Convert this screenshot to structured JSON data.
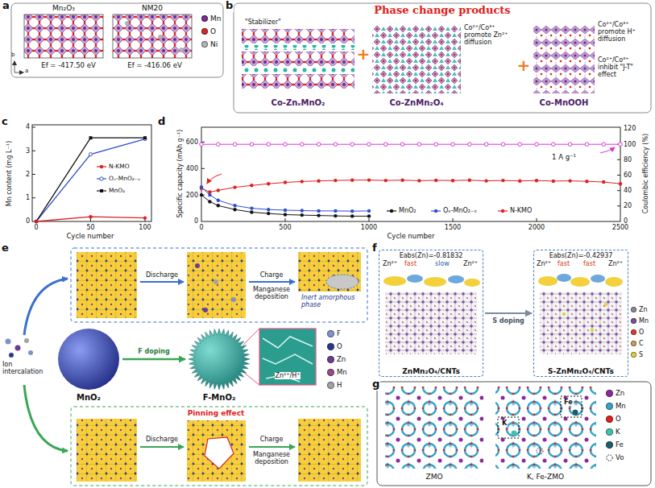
{
  "diagram": {
    "nodes": [
      {
        "text": [
          "MnO₂"
        ]
      },
      {
        "text": [
          "F-MnO₂"
        ]
      },
      {
        "text": [
          "Eabs(Zn)=-0.81832",
          "ZnMn₂O₄/CNTs"
        ]
      },
      {
        "text": [
          "Eabs(Zn)=-0.42937",
          "S-ZnMn₂O₄/CNTs"
        ]
      }
    ],
    "edges": [
      {
        "from": 0,
        "to": 1,
        "label": "F doping",
        "arrow": "to"
      },
      {
        "from": 2,
        "to": 3,
        "label": "S doping",
        "arrow": "to"
      }
    ],
    "labels": [
      "a",
      "Mn₂O₃",
      "NM20",
      "Ef = -417.50 eV",
      "Ef = -416.06 eV",
      "b",
      "a",
      "b",
      "Phase change products",
      "\"Stabilizer\"",
      "Co²⁺/Co³⁺ promote Zn²⁺ diffusion",
      "Co²⁺/Co³⁺ promote H⁺ diffusion",
      "Co²⁺/Co³⁺ inhibit \"J-T\" effect",
      "Co-ZnₓMnO₂",
      "+",
      "Co-ZnMn₂O₄",
      "+",
      "Co-MnOOH",
      "c",
      "Mn content (mg L⁻¹)",
      "0",
      "1",
      "2",
      "3",
      "4",
      "0",
      "50",
      "100",
      "Cycle number",
      "d",
      "Specific capacity (mAh g⁻¹)",
      "0",
      "200",
      "400",
      "600",
      "0",
      "20",
      "40",
      "60",
      "80",
      "100",
      "120",
      "Coulombic efficiency (%)",
      "0",
      "500",
      "1000",
      "1500",
      "2000",
      "2500",
      "Cycle number",
      "1 A g⁻¹",
      "e",
      "Discharge",
      "Charge",
      "Manganese deposition",
      "Inert amorphous phase",
      "Ion intercalation",
      "Zn²⁺/H⁺",
      "Pinning effect",
      "Discharge",
      "Charge",
      "Manganese deposition",
      "f",
      "Zn²⁺",
      "fast",
      "slow",
      "Zn²⁺",
      "Zn²⁺",
      "fast",
      "fast",
      "Zn²⁺",
      "g",
      "ZMO",
      "K, Fe-ZMO",
      "K",
      "Fe"
    ],
    "legend": [
      {
        "text": "Mn",
        "color": "#7a2e8c"
      },
      {
        "text": "O",
        "color": "#d62828"
      },
      {
        "text": "Ni",
        "color": "#b4b4b4"
      },
      {
        "text": "N-KMO"
      },
      {
        "text": "Oᵥ-MnO₂₋ₓ"
      },
      {
        "text": "MnO₂"
      },
      {
        "text": "MnO₂"
      },
      {
        "text": "Oᵥ-MnO₂₋ₓ"
      },
      {
        "text": "N-KMO"
      },
      {
        "text": "F",
        "color": "#7f93c6"
      },
      {
        "text": "O",
        "color": "#2b3a8f"
      },
      {
        "text": "Zn",
        "color": "#6b3d91"
      },
      {
        "text": "Mn",
        "color": "#9a4a86"
      },
      {
        "text": "H",
        "color": "#a3a3a3"
      },
      {
        "text": "Zn",
        "color": "#8c8ca0"
      },
      {
        "text": "Mn",
        "color": "#7e4fa3"
      },
      {
        "text": "O",
        "color": "#e23a3a"
      },
      {
        "text": "C",
        "color": "#c9a25a"
      },
      {
        "text": "S",
        "color": "#e6d23a"
      },
      {
        "text": "Zn",
        "color": "#8b2aa0"
      },
      {
        "text": "Mn",
        "color": "#35a3c9"
      },
      {
        "text": "O",
        "color": "#e02020"
      },
      {
        "text": "K",
        "color": "#3fc2b0"
      },
      {
        "text": "Fe",
        "color": "#1d5e6e"
      },
      {
        "text": "Vo"
      }
    ]
  }
}
